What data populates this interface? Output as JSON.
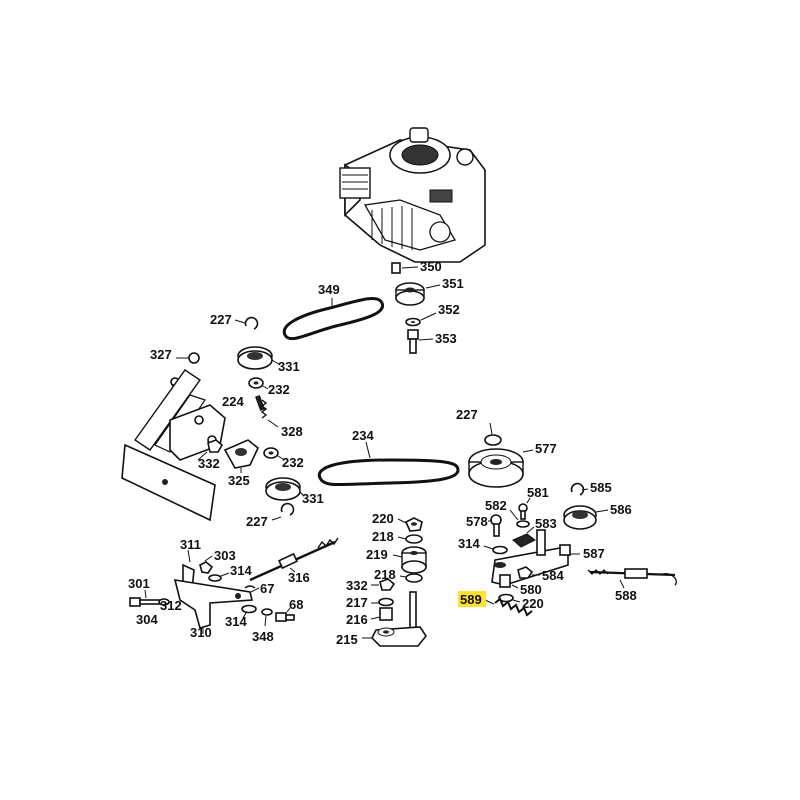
{
  "diagram": {
    "highlight_color": "#ffe033",
    "highlighted_part": "589",
    "labels": {
      "l350": "350",
      "l351": "351",
      "l352": "352",
      "l353": "353",
      "l349": "349",
      "l227a": "227",
      "l327": "327",
      "l331a": "331",
      "l232a": "232",
      "l224": "224",
      "l328": "328",
      "l332a": "332",
      "l325": "325",
      "l232b": "232",
      "l331b": "331",
      "l227b": "227",
      "l234": "234",
      "l227c": "227",
      "l577": "577",
      "l585": "585",
      "l581": "581",
      "l582": "582",
      "l578": "578",
      "l583": "583",
      "l586": "586",
      "l314a": "314",
      "l587": "587",
      "l584": "584",
      "l580": "580",
      "l588": "588",
      "l589": "589",
      "l220a": "220",
      "l220b": "220",
      "l218a": "218",
      "l219": "219",
      "l218b": "218",
      "l332b": "332",
      "l217": "217",
      "l216": "216",
      "l215": "215",
      "l311": "311",
      "l303": "303",
      "l314b": "314",
      "l316": "316",
      "l67": "67",
      "l301": "301",
      "l312": "312",
      "l304": "304",
      "l310": "310",
      "l314c": "314",
      "l68": "68",
      "l348": "348"
    }
  }
}
